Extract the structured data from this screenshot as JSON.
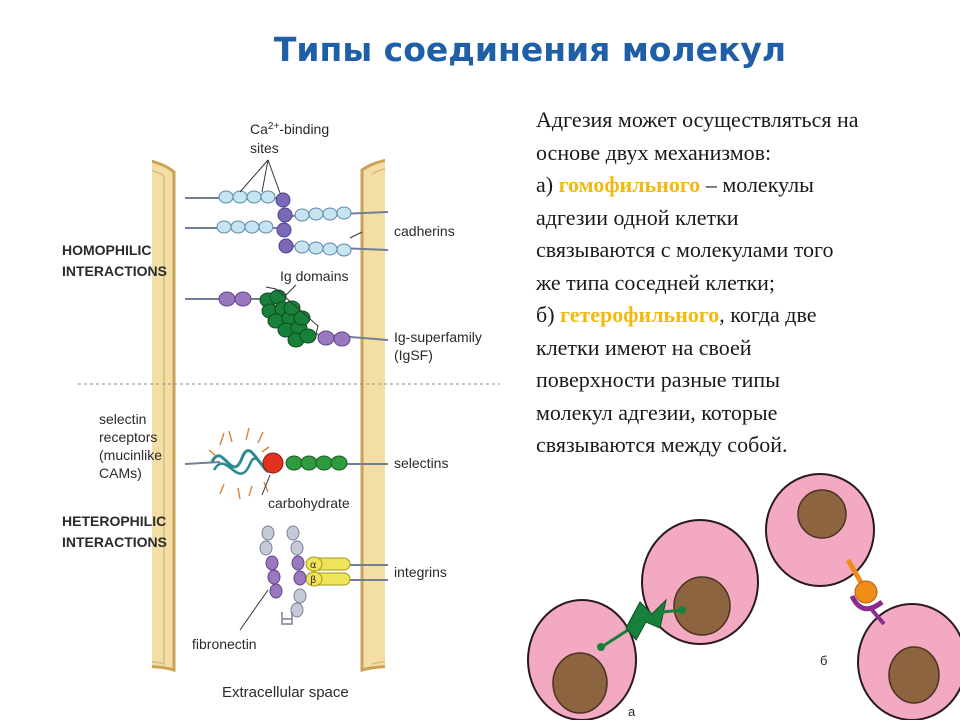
{
  "title": "Типы соединения молекул",
  "text": {
    "line1": "Адгезия может осуществляться на",
    "line2": "основе двух механизмов:",
    "a_prefix": "а) ",
    "a_term": "гомофильного",
    "a_rest1": " – молекулы",
    "a_line4": "адгезии одной клетки",
    "a_line5": "связываются с молекулами того",
    "a_line6": "же типа соседней клетки;",
    "b_prefix": "б) ",
    "b_term": "гетерофильного",
    "b_rest1": ", когда две",
    "b_line8": "клетки имеют на своей",
    "b_line9": "поверхности разные типы",
    "b_line10": "молекул адгезии, которые",
    "b_line11": "связываются между собой."
  },
  "diagram": {
    "ca_binding": "Ca",
    "ca_sup": "2+",
    "ca_rest": "-binding",
    "sites": "sites",
    "cadherins": "cadherins",
    "homophilic_1": "HOMOPHILIC",
    "homophilic_2": "INTERACTIONS",
    "ig_domains": "Ig domains",
    "igsf_1": "Ig-superfamily",
    "igsf_2": "(IgSF)",
    "selectin_1": "selectin",
    "selectin_2": "receptors",
    "selectin_3": "(mucinlike",
    "selectin_4": "CAMs)",
    "selectins": "selectins",
    "carbohydrate": "carbohydrate",
    "heterophilic_1": "HETEROPHILIC",
    "heterophilic_2": "INTERACTIONS",
    "integrins": "integrins",
    "alpha": "α",
    "beta": "β",
    "fibronectin": "fibronectin",
    "extracellular": "Extracellular space"
  },
  "cells": {
    "label_a": "а",
    "label_b": "б"
  },
  "colors": {
    "title": "#1f5fa8",
    "highlight": "#f2b90f",
    "membrane": "#f3dfa6",
    "cell": "#f2a9c1",
    "nucleus": "#8c6440",
    "dark_green": "#17803b",
    "purple": "#9a78c0",
    "cadherin_bead": "#c6e4f2"
  }
}
